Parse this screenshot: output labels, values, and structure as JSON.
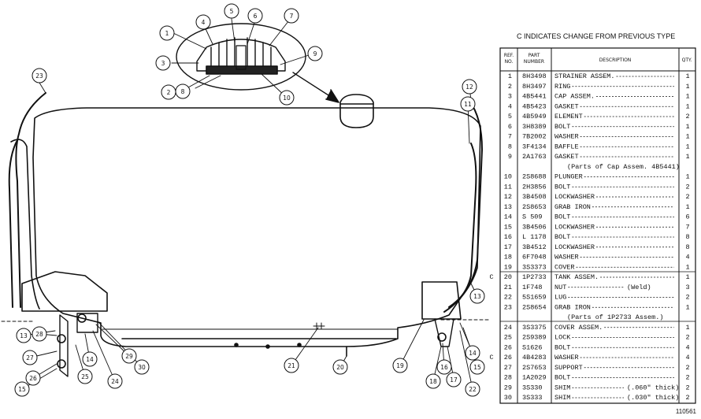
{
  "title": "C INDICATES CHANGE FROM PREVIOUS TYPE",
  "figure_number": "110561",
  "table": {
    "headers": {
      "ref_a": "REF.",
      "ref_b": "NO.",
      "part_a": "PART",
      "part_b": "NUMBER",
      "description": "DESCRIPTION",
      "qty": "QTY."
    },
    "rows": [
      {
        "ref": "1",
        "part": "8H3498",
        "desc": "STRAINER ASSEM.",
        "qty": "1"
      },
      {
        "ref": "2",
        "part": "8H3497",
        "desc": "RING",
        "qty": "1"
      },
      {
        "ref": "3",
        "part": "4B5441",
        "desc": "CAP ASSEM.",
        "qty": "1"
      },
      {
        "ref": "4",
        "part": "4B5423",
        "desc": "GASKET",
        "qty": "1"
      },
      {
        "ref": "5",
        "part": "4B5949",
        "desc": "ELEMENT",
        "qty": "2"
      },
      {
        "ref": "6",
        "part": "3H8389",
        "desc": "BOLT",
        "qty": "1"
      },
      {
        "ref": "7",
        "part": "7B2002",
        "desc": "WASHER",
        "qty": "1"
      },
      {
        "ref": "8",
        "part": "3F4134",
        "desc": "BAFFLE",
        "qty": "1"
      },
      {
        "ref": "9",
        "part": "2A1763",
        "desc": "GASKET",
        "qty": "1"
      },
      {
        "ref": "",
        "part": "",
        "desc": "(Parts of Cap Assem. 4B5441)",
        "qty": ""
      },
      {
        "ref": "10",
        "part": "2S8688",
        "desc": "PLUNGER",
        "qty": "1"
      },
      {
        "ref": "11",
        "part": "2H3856",
        "desc": "BOLT",
        "qty": "2"
      },
      {
        "ref": "12",
        "part": "3B4508",
        "desc": "LOCKWASHER",
        "qty": "2"
      },
      {
        "ref": "13",
        "part": "2S8653",
        "desc": "GRAB IRON",
        "qty": "1"
      },
      {
        "ref": "14",
        "part": "S 509",
        "desc": "BOLT",
        "qty": "6"
      },
      {
        "ref": "15",
        "part": "3B4506",
        "desc": "LOCKWASHER",
        "qty": "7"
      },
      {
        "ref": "16",
        "part": "L 1178",
        "desc": "BOLT",
        "qty": "8"
      },
      {
        "ref": "17",
        "part": "3B4512",
        "desc": "LOCKWASHER",
        "qty": "8"
      },
      {
        "ref": "18",
        "part": "6F7048",
        "desc": "WASHER",
        "qty": "4"
      },
      {
        "ref": "19",
        "part": "3S3373",
        "desc": "COVER",
        "qty": "1"
      },
      {
        "ref": "20",
        "part": "1P2733",
        "desc": "TANK ASSEM.",
        "qty": "1",
        "change": "C"
      },
      {
        "ref": "21",
        "part": "1F748",
        "desc": "NUT",
        "note": "(Weld)",
        "qty": "3"
      },
      {
        "ref": "22",
        "part": "5S1659",
        "desc": "LUG",
        "qty": "2"
      },
      {
        "ref": "23",
        "part": "2S8654",
        "desc": "GRAB IRON",
        "qty": "1"
      },
      {
        "ref": "",
        "part": "",
        "desc": "(Parts of 1P2733 Assem.)",
        "qty": ""
      },
      {
        "ref": "24",
        "part": "3S3375",
        "desc": "COVER ASSEM.",
        "qty": "1"
      },
      {
        "ref": "25",
        "part": "2S9389",
        "desc": "LOCK",
        "qty": "2"
      },
      {
        "ref": "26",
        "part": "S1626",
        "desc": "BOLT",
        "qty": "4"
      },
      {
        "ref": "26",
        "part": "4B4283",
        "desc": "WASHER",
        "qty": "4",
        "change": "C"
      },
      {
        "ref": "27",
        "part": "2S7653",
        "desc": "SUPPORT",
        "qty": "2"
      },
      {
        "ref": "28",
        "part": "1A2029",
        "desc": "BOLT",
        "qty": "2"
      },
      {
        "ref": "29",
        "part": "3S330",
        "desc": "SHIM",
        "note": "(.060\" thick)",
        "qty": "2"
      },
      {
        "ref": "30",
        "part": "3S333",
        "desc": "SHIM",
        "note": "(.030\" thick)",
        "qty": "2"
      }
    ]
  },
  "callouts": [
    "23",
    "1",
    "2",
    "3",
    "4",
    "5",
    "6",
    "7",
    "8",
    "9",
    "10",
    "12",
    "11",
    "13",
    "14",
    "15",
    "16",
    "17",
    "18",
    "19",
    "20",
    "21",
    "22",
    "24",
    "25",
    "26",
    "27",
    "28",
    "29",
    "30"
  ],
  "colors": {
    "ink": "#111111",
    "paper": "#ffffff"
  }
}
